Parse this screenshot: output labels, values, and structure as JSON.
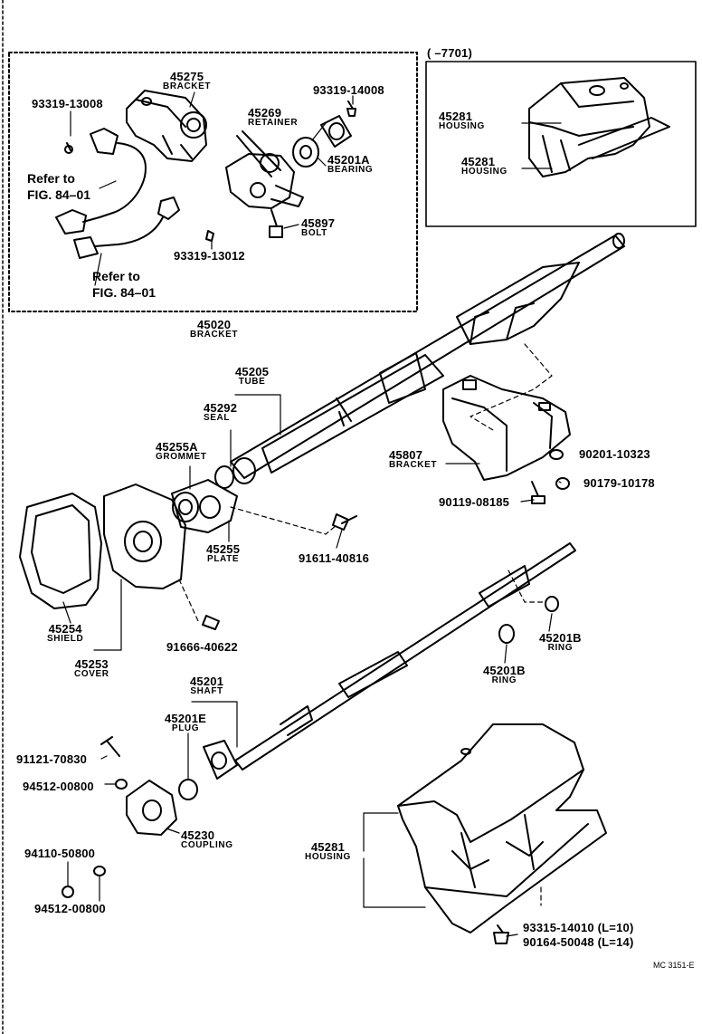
{
  "figure_code": "MC 3151-E",
  "inset_range": "(      –7701)",
  "refer_label": "Refer to",
  "fig_ref": "FIG. 84–01",
  "parts": [
    {
      "key": "p45275",
      "number": "45275",
      "name": "BRACKET"
    },
    {
      "key": "p93319a",
      "number": "93319-13008",
      "name": ""
    },
    {
      "key": "p93319b",
      "number": "93319-14008",
      "name": ""
    },
    {
      "key": "p45269",
      "number": "45269",
      "name": "RETAINER"
    },
    {
      "key": "p45201A",
      "number": "45201A",
      "name": "BEARING"
    },
    {
      "key": "p45897",
      "number": "45897",
      "name": "BOLT"
    },
    {
      "key": "p93319c",
      "number": "93319-13012",
      "name": ""
    },
    {
      "key": "p45020",
      "number": "45020",
      "name": "BRACKET"
    },
    {
      "key": "p45281a",
      "number": "45281",
      "name": "HOUSING"
    },
    {
      "key": "p45281b",
      "number": "45281",
      "name": "HOUSING"
    },
    {
      "key": "p45205",
      "number": "45205",
      "name": "TUBE"
    },
    {
      "key": "p45292",
      "number": "45292",
      "name": "SEAL"
    },
    {
      "key": "p45255A",
      "number": "45255A",
      "name": "GROMMET"
    },
    {
      "key": "p45807",
      "number": "45807",
      "name": "BRACKET"
    },
    {
      "key": "p90201",
      "number": "90201-10323",
      "name": ""
    },
    {
      "key": "p90179",
      "number": "90179-10178",
      "name": ""
    },
    {
      "key": "p90119",
      "number": "90119-08185",
      "name": ""
    },
    {
      "key": "p45255",
      "number": "45255",
      "name": "PLATE"
    },
    {
      "key": "p91611",
      "number": "91611-40816",
      "name": ""
    },
    {
      "key": "p45254",
      "number": "45254",
      "name": "SHIELD"
    },
    {
      "key": "p45253",
      "number": "45253",
      "name": "COVER"
    },
    {
      "key": "p91666",
      "number": "91666-40622",
      "name": ""
    },
    {
      "key": "p45201Ba",
      "number": "45201B",
      "name": "RING"
    },
    {
      "key": "p45201Bb",
      "number": "45201B",
      "name": "RING"
    },
    {
      "key": "p45201",
      "number": "45201",
      "name": "SHAFT"
    },
    {
      "key": "p45201E",
      "number": "45201E",
      "name": "PLUG"
    },
    {
      "key": "p91121",
      "number": "91121-70830",
      "name": ""
    },
    {
      "key": "p94512a",
      "number": "94512-00800",
      "name": ""
    },
    {
      "key": "p45230",
      "number": "45230",
      "name": "COUPLING"
    },
    {
      "key": "p94110",
      "number": "94110-50800",
      "name": ""
    },
    {
      "key": "p94512b",
      "number": "94512-00800",
      "name": ""
    },
    {
      "key": "p45281c",
      "number": "45281",
      "name": "HOUSING"
    },
    {
      "key": "p93315",
      "number": "93315-14010 (L=10)",
      "name": ""
    },
    {
      "key": "p90164",
      "number": "90164-50048 (L=14)",
      "name": ""
    }
  ]
}
